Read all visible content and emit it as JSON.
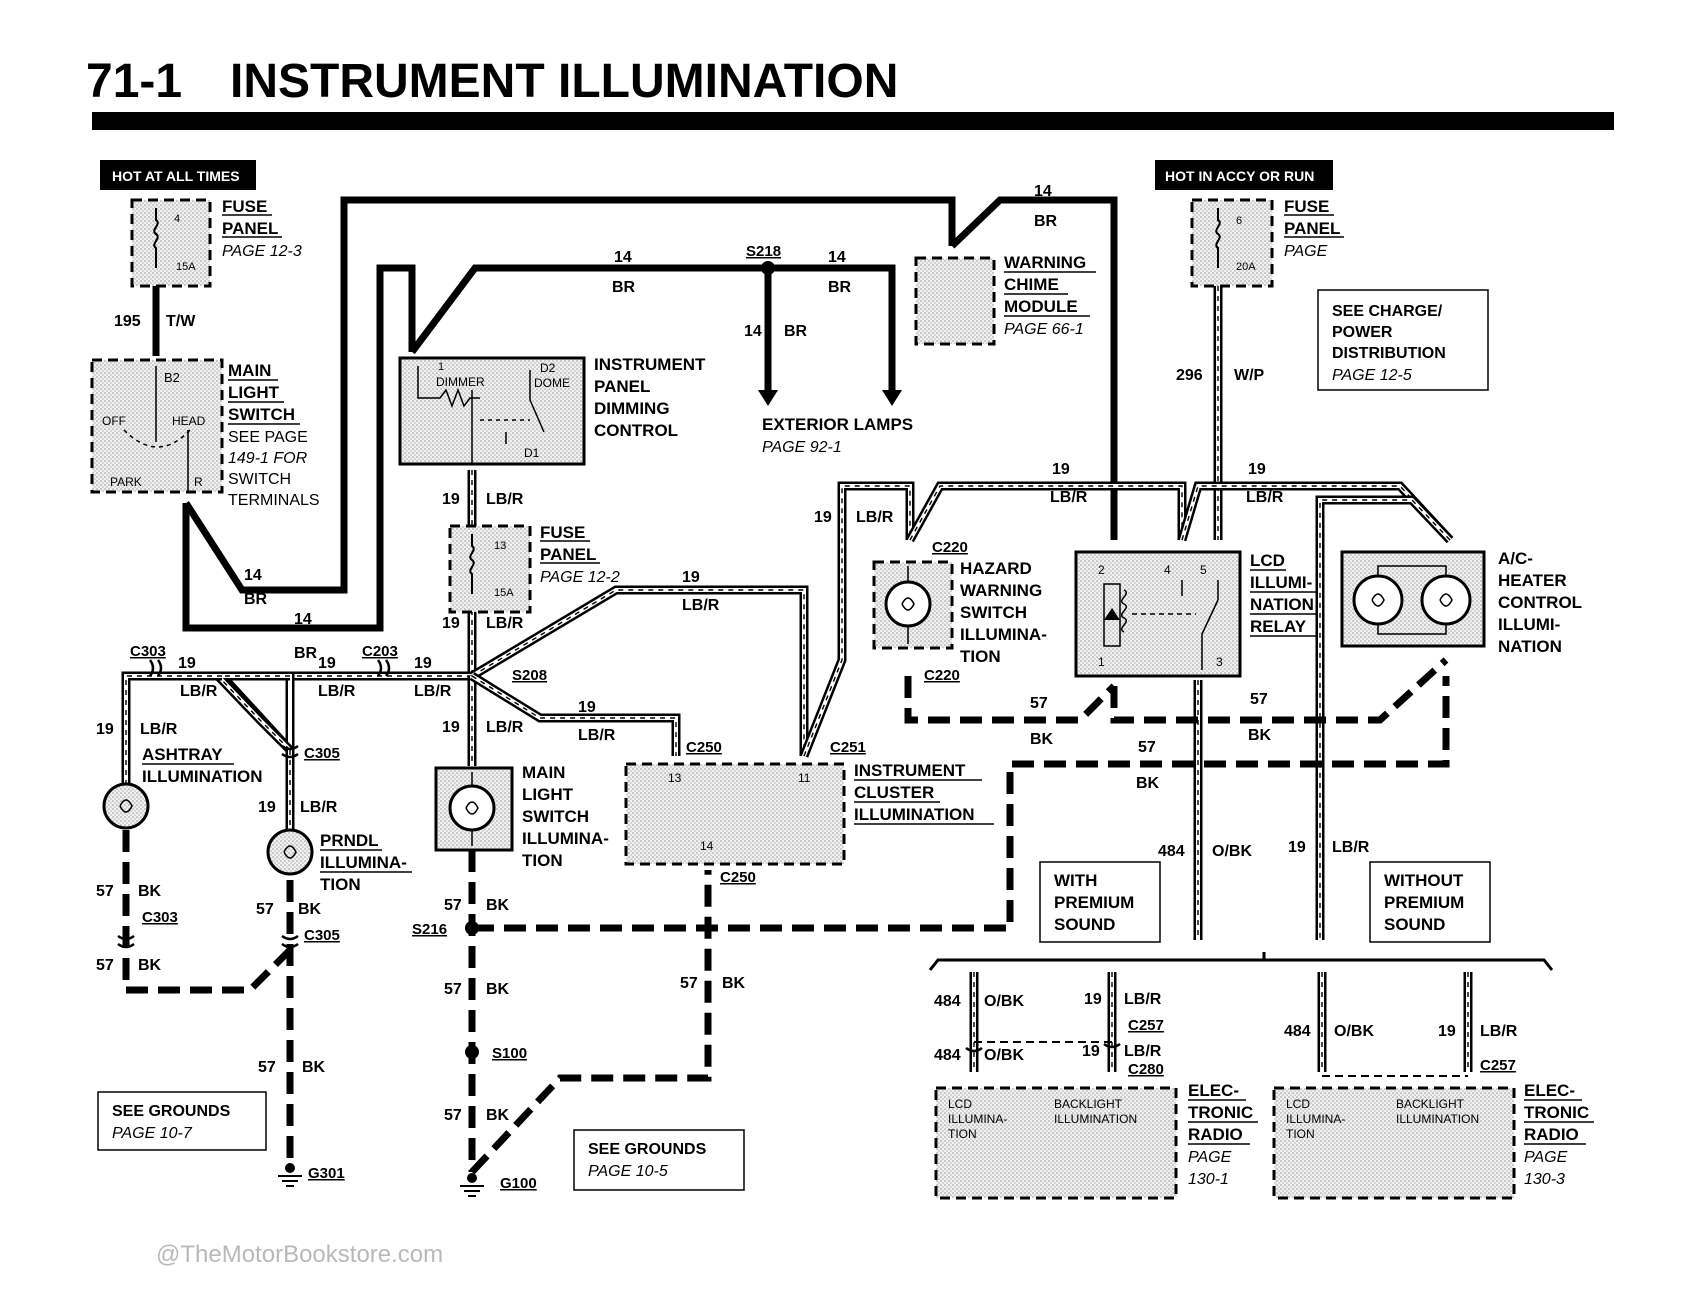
{
  "title": {
    "number": "71-1",
    "text": "INSTRUMENT ILLUMINATION"
  },
  "hot_labels": {
    "left": "HOT AT ALL TIMES",
    "right": "HOT IN ACCY OR RUN"
  },
  "fuse_panel_a": {
    "l1": "FUSE",
    "l2": "PANEL",
    "page": "PAGE 12-3",
    "num": "4",
    "amp": "15A"
  },
  "fuse_panel_b": {
    "l1": "FUSE",
    "l2": "PANEL",
    "page": "PAGE 12-2",
    "num": "13",
    "amp": "15A"
  },
  "fuse_panel_c": {
    "l1": "FUSE",
    "l2": "PANEL",
    "page": "PAGE",
    "num": "6",
    "amp": "20A"
  },
  "main_light_switch": {
    "l1": "MAIN",
    "l2": "LIGHT",
    "l3": "SWITCH",
    "l4": "SEE PAGE",
    "l5": "149-1 FOR",
    "l6": "SWITCH",
    "l7": "TERMINALS",
    "b2": "B2",
    "off": "OFF",
    "head": "HEAD",
    "park": "PARK",
    "r": "R"
  },
  "dimming_control": {
    "l1": "INSTRUMENT",
    "l2": "PANEL",
    "l3": "DIMMING",
    "l4": "CONTROL",
    "t1": "1",
    "dimmer": "DIMMER",
    "d2": "D2",
    "dome": "DOME",
    "d1": "D1"
  },
  "warning_chime": {
    "l1": "WARNING",
    "l2": "CHIME",
    "l3": "MODULE",
    "page": "PAGE 66-1"
  },
  "charge_box": {
    "l1": "SEE CHARGE/",
    "l2": "POWER",
    "l3": "DISTRIBUTION",
    "page": "PAGE 12-5"
  },
  "exterior_lamps": {
    "l1": "EXTERIOR LAMPS",
    "page": "PAGE 92-1"
  },
  "hazard": {
    "l1": "HAZARD",
    "l2": "WARNING",
    "l3": "SWITCH",
    "l4": "ILLUMINA-",
    "l5": "TION"
  },
  "lcd_relay": {
    "l1": "LCD",
    "l2": "ILLUMI-",
    "l3": "NATION",
    "l4": "RELAY",
    "p2": "2",
    "p4": "4",
    "p5": "5",
    "p1": "1",
    "p3": "3"
  },
  "ac_heater": {
    "l1": "A/C-",
    "l2": "HEATER",
    "l3": "CONTROL",
    "l4": "ILLUMI-",
    "l5": "NATION"
  },
  "ashtray": {
    "l1": "ASHTRAY",
    "l2": "ILLUMINATION"
  },
  "prndl": {
    "l1": "PRNDL",
    "l2": "ILLUMINA-",
    "l3": "TION"
  },
  "mls_illum": {
    "l1": "MAIN",
    "l2": "LIGHT",
    "l3": "SWITCH",
    "l4": "ILLUMINA-",
    "l5": "TION"
  },
  "cluster": {
    "l1": "INSTRUMENT",
    "l2": "CLUSTER",
    "l3": "ILLUMINATION",
    "p13": "13",
    "p11": "11",
    "p14": "14"
  },
  "premium": {
    "l1": "WITH",
    "l2": "PREMIUM",
    "l3": "SOUND"
  },
  "no_premium": {
    "l1": "WITHOUT",
    "l2": "PREMIUM",
    "l3": "SOUND"
  },
  "radio_a": {
    "l1": "ELEC-",
    "l2": "TRONIC",
    "l3": "RADIO",
    "l4": "PAGE",
    "l5": "130-1",
    "lcd1": "LCD",
    "lcd2": "ILLUMINA-",
    "lcd3": "TION",
    "bl1": "BACKLIGHT",
    "bl2": "ILLUMINATION"
  },
  "radio_b": {
    "l1": "ELEC-",
    "l2": "TRONIC",
    "l3": "RADIO",
    "l4": "PAGE",
    "l5": "130-3",
    "lcd1": "LCD",
    "lcd2": "ILLUMINA-",
    "lcd3": "TION",
    "bl1": "BACKLIGHT",
    "bl2": "ILLUMINATION"
  },
  "grounds_a": {
    "l1": "SEE GROUNDS",
    "page": "PAGE 10-7"
  },
  "grounds_b": {
    "l1": "SEE GROUNDS",
    "page": "PAGE 10-5"
  },
  "wires": {
    "n195": "195",
    "tw": "T/W",
    "n14": "14",
    "br": "BR",
    "n19": "19",
    "lbr": "LB/R",
    "n57": "57",
    "bk": "BK",
    "n296": "296",
    "wp": "W/P",
    "n484": "484",
    "obk": "O/BK"
  },
  "connectors": {
    "s218": "S218",
    "s208": "S208",
    "s216": "S216",
    "s100": "S100",
    "c303": "C303",
    "c203": "C203",
    "c305": "C305",
    "c220": "C220",
    "c250": "C250",
    "c251": "C251",
    "c257": "C257",
    "c280": "C280",
    "g301": "G301",
    "g100": "G100"
  },
  "watermark": "@TheMotorBookstore.com"
}
